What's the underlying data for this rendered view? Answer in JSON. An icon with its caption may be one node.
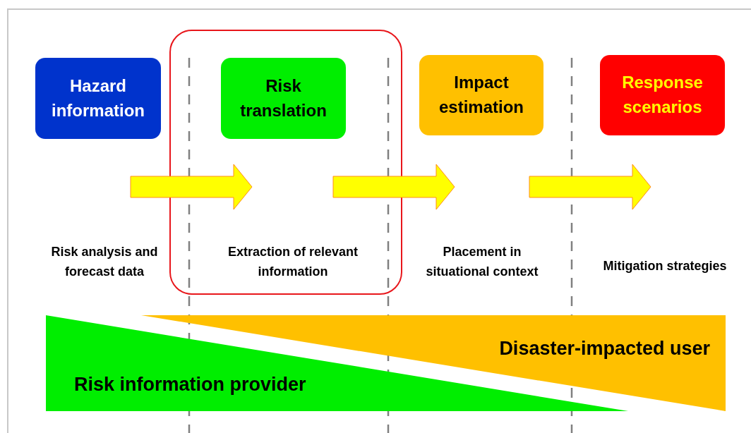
{
  "diagram": {
    "nodes": [
      {
        "text": [
          "Hazard information"
        ]
      },
      {
        "text": [],
        "shape": "box"
      },
      {
        "text": [
          "Risk translation"
        ],
        "in": 1
      },
      {
        "text": [
          "Impact estimation"
        ]
      },
      {
        "text": [
          "Response scenarios"
        ]
      },
      {
        "text": [
          "Risk information provider"
        ]
      },
      {
        "text": [
          "Disaster-impacted user"
        ]
      }
    ],
    "labels": [
      "Risk analysis and forecast data",
      "Extraction of relevant information",
      "Placement in situational context",
      "Mitigation strategies"
    ]
  }
}
